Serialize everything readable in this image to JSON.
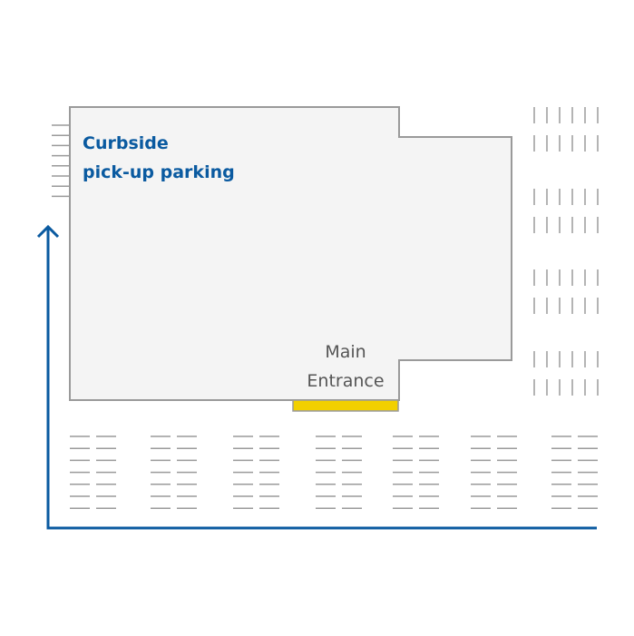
{
  "map": {
    "labels": {
      "curbside_line1": "Curbside",
      "curbside_line2": "pick-up parking",
      "entrance_line1": "Main",
      "entrance_line2": "Entrance"
    },
    "colors": {
      "building_fill": "#f4f4f4",
      "building_stroke": "#9a9a9a",
      "parking_lines": "#9a9a9a",
      "route": "#0a5aa0",
      "curbside_text": "#0a5aa0",
      "entrance_text": "#555555",
      "entrance_marker": "#f2d000"
    },
    "icons": {
      "route": "route-arrow-icon"
    }
  }
}
